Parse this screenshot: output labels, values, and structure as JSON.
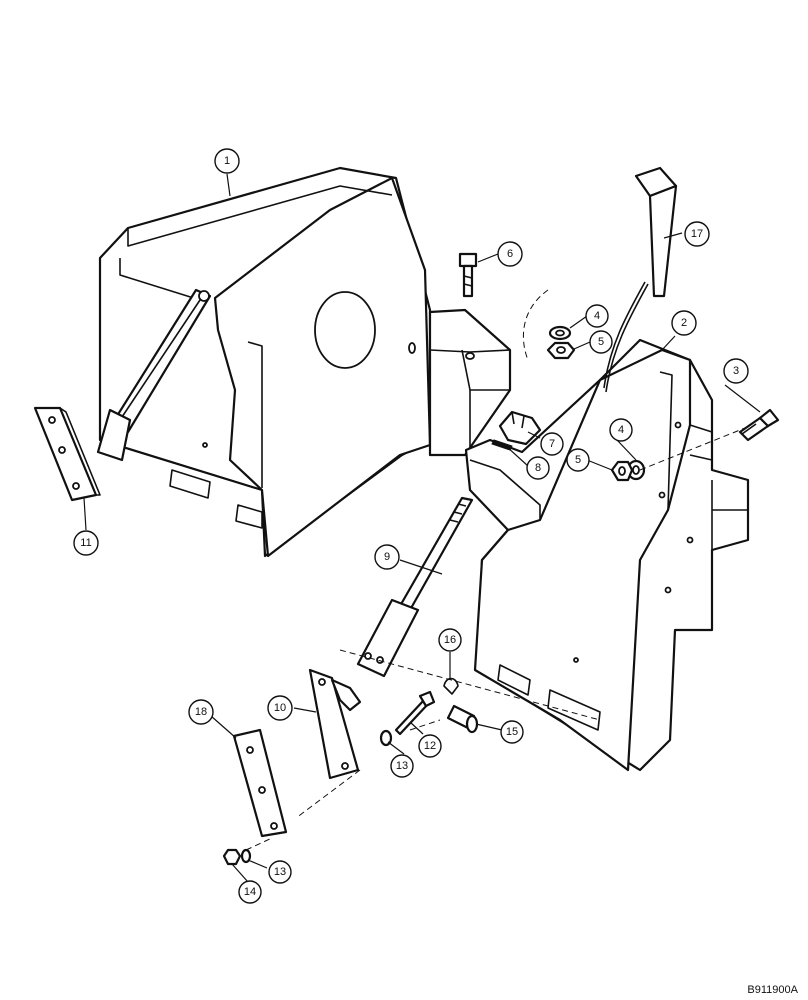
{
  "diagram": {
    "document_id": "B911900A",
    "callouts": [
      {
        "id": "c1",
        "label": "1"
      },
      {
        "id": "c2",
        "label": "2"
      },
      {
        "id": "c3",
        "label": "3"
      },
      {
        "id": "c4a",
        "label": "4"
      },
      {
        "id": "c4b",
        "label": "4"
      },
      {
        "id": "c5a",
        "label": "5"
      },
      {
        "id": "c5b",
        "label": "5"
      },
      {
        "id": "c6",
        "label": "6"
      },
      {
        "id": "c7",
        "label": "7"
      },
      {
        "id": "c8",
        "label": "8"
      },
      {
        "id": "c9",
        "label": "9"
      },
      {
        "id": "c10",
        "label": "10"
      },
      {
        "id": "c11",
        "label": "11"
      },
      {
        "id": "c12",
        "label": "12"
      },
      {
        "id": "c13a",
        "label": "13"
      },
      {
        "id": "c13b",
        "label": "13"
      },
      {
        "id": "c14",
        "label": "14"
      },
      {
        "id": "c15",
        "label": "15"
      },
      {
        "id": "c16",
        "label": "16"
      },
      {
        "id": "c17",
        "label": "17"
      },
      {
        "id": "c18",
        "label": "18"
      }
    ]
  }
}
